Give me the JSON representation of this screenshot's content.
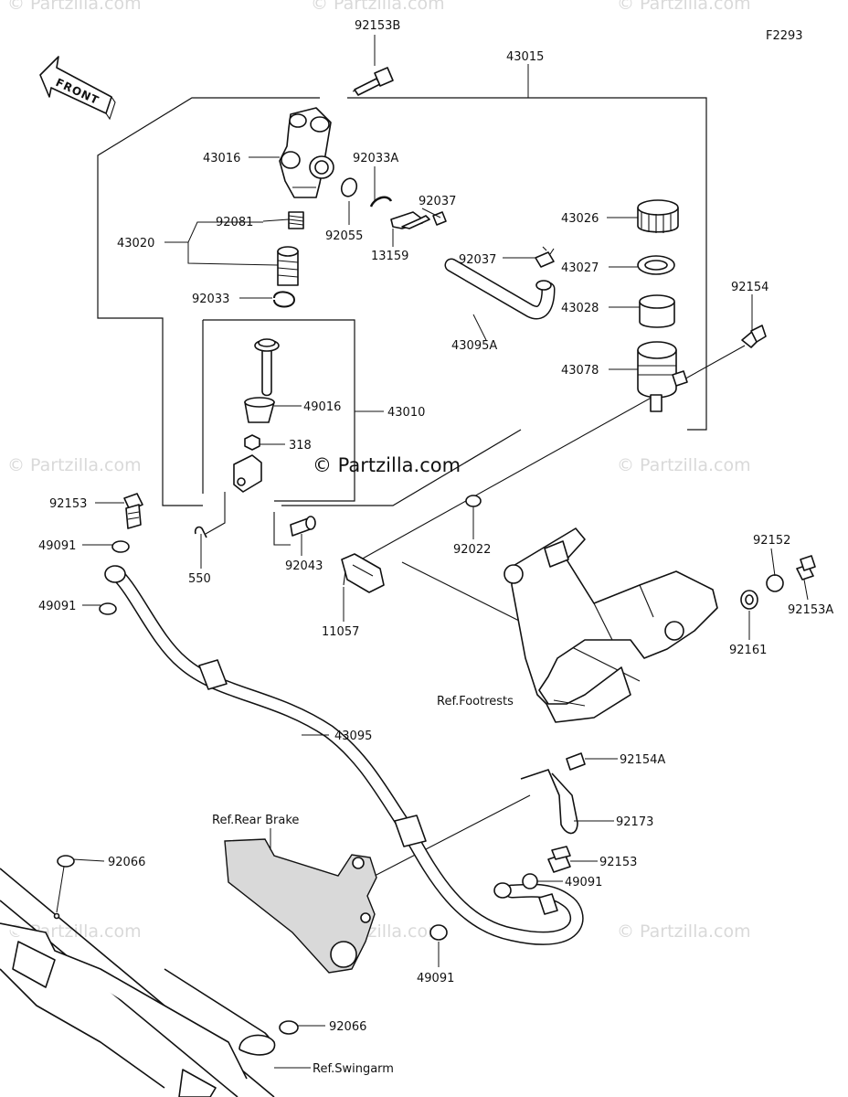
{
  "figure_code": "F2293",
  "front_label": "FRONT",
  "watermark_center": "© Partzilla.com",
  "watermark_faint": "© Partzilla.com",
  "parts": {
    "p92153B": "92153B",
    "p43015": "43015",
    "p43016": "43016",
    "p92033A": "92033A",
    "p92037a": "92037",
    "p92037b": "92037",
    "p92055": "92055",
    "p92081": "92081",
    "p43020": "43020",
    "p13159": "13159",
    "p92033": "92033",
    "p43095A": "43095A",
    "p43026": "43026",
    "p43027": "43027",
    "p43028": "43028",
    "p43078": "43078",
    "p92154": "92154",
    "p49016": "49016",
    "p43010": "43010",
    "p318": "318",
    "p92153a": "92153",
    "p49091a": "49091",
    "p49091b": "49091",
    "p550": "550",
    "p92043": "92043",
    "p92022": "92022",
    "p11057": "11057",
    "p92152": "92152",
    "p92153A": "92153A",
    "p92161": "92161",
    "p43095": "43095",
    "p92154A": "92154A",
    "p92173": "92173",
    "p92153b": "92153",
    "p49091c": "49091",
    "p49091d": "49091",
    "p92066a": "92066",
    "p92066b": "92066"
  },
  "refs": {
    "footrests": "Ref.Footrests",
    "rear_brake": "Ref.Rear Brake",
    "swingarm": "Ref.Swingarm"
  }
}
